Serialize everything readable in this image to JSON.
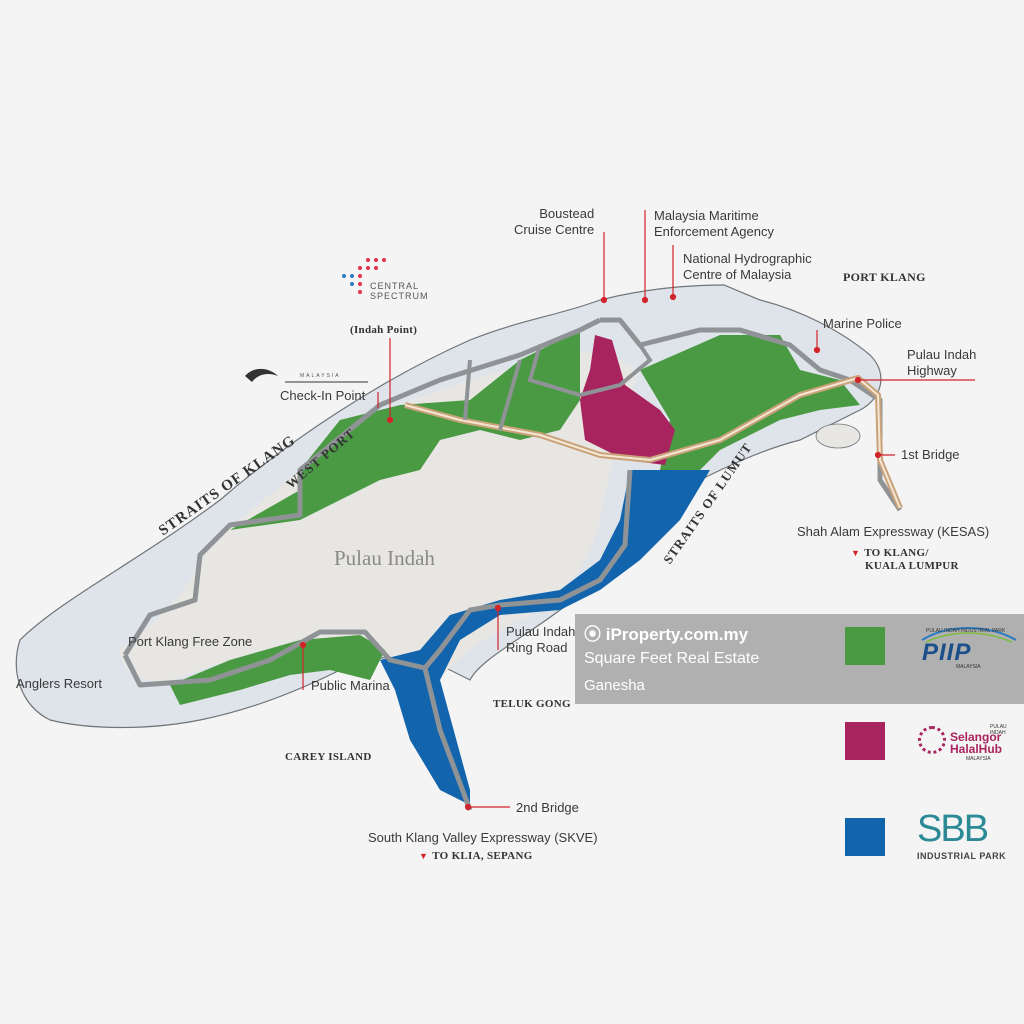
{
  "colors": {
    "piip_green": "#4a9a44",
    "halal_magenta": "#a8245e",
    "sbb_blue": "#1264ad",
    "land": "#e8e6e3",
    "coast": "#dfe4ea",
    "road": "#8f9396",
    "pointer_red": "#d2232a"
  },
  "map": {
    "island_name": "Pulau Indah",
    "labels": {
      "boustead": "Boustead\nCruise Centre",
      "maritime": "Malaysia Maritime\nEnforcement Agency",
      "hydrographic": "National Hydrographic\nCentre of Malaysia",
      "port_klang": "PORT KLANG",
      "marine_police": "Marine Police",
      "highway": "Pulau Indah\nHighway",
      "first_bridge": "1st Bridge",
      "kesas": "Shah Alam Expressway (KESAS)",
      "to_klang": "TO KLANG/",
      "kuala_lumpur": "KUALA LUMPUR",
      "indah_point": "(Indah Point)",
      "checkin": "Check-In Point",
      "free_zone": "Port Klang Free Zone",
      "anglers": "Anglers Resort",
      "public_marina": "Public Marina",
      "ring_road": "Pulau Indah\nRing Road",
      "teluk_gong": "TELUK GONG",
      "carey": "CAREY ISLAND",
      "second_bridge": "2nd Bridge",
      "skve": "South Klang Valley Expressway (SKVE)",
      "to_klia": "TO KLIA, SEPANG"
    },
    "water": {
      "straits_klang": "STRAITS OF KLANG",
      "west_port": "WEST PORT",
      "straits_lumut": "STRAITS OF LUMUT"
    }
  },
  "logos": {
    "central_spectrum": "CENTRAL\nSPECTRUM",
    "malaysia_small": "MALAYSIA",
    "piip_top": "PULAU INDAH INDUSTRIAL PARK",
    "piip": "PIIP",
    "piip_country": "MALAYSIA",
    "halal_top": "PULAU INDAH",
    "selangor": "Selangor",
    "halal_hub": "HalalHub",
    "halal_country": "MALAYSIA",
    "sbb": "SBB",
    "sbb_sub": "INDUSTRIAL PARK"
  },
  "watermark": {
    "site": "iProperty.com.my",
    "agency": "Square Feet Real Estate",
    "agent": "Ganesha"
  },
  "legend": [
    {
      "name": "PIIP",
      "color": "#4a9a44"
    },
    {
      "name": "Selangor Halal Hub",
      "color": "#a8245e"
    },
    {
      "name": "SBB Industrial Park",
      "color": "#1264ad"
    }
  ]
}
